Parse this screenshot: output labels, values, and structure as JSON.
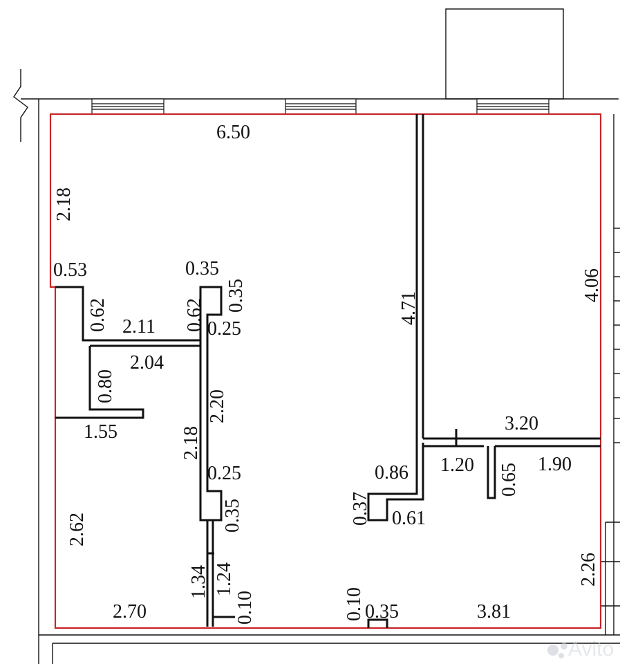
{
  "dimensions": {
    "top_width": "6.50",
    "left_upper": "2.18",
    "notch_a": "0.53",
    "notch_a_depth": "0.62",
    "hall_top": "2.11",
    "hall_notch_depth": "0.62",
    "hall_notch_w": "0.35",
    "hall_notch_side": "0.35",
    "hall_gap": "0.25",
    "inner_top": "2.04",
    "closet_depth": "0.80",
    "closet_w": "1.55",
    "partition_left": "2.18",
    "partition_right": "2.20",
    "partition_gap": "0.25",
    "partition_jog": "0.35",
    "door_left": "1.34",
    "door_right": "1.24",
    "door_stub": "0.10",
    "left_lower": "2.62",
    "bottom_left": "2.70",
    "bottom_stub": "0.10",
    "bottom_jog": "0.35",
    "bottom_right": "3.81",
    "center_wall": "4.71",
    "center_jog_top": "0.86",
    "center_jog_side": "0.37",
    "center_jog_bottom": "0.61",
    "right_room_height": "4.06",
    "right_room_width": "3.20",
    "door_1": "1.20",
    "stub_1": "0.65",
    "right_lower_top": "1.90",
    "right_lower": "2.26"
  },
  "watermark": {
    "text": "Avito",
    "icon": "avito-logo-icon"
  },
  "colors": {
    "outline": "#c8242a",
    "walls": "#111111"
  }
}
